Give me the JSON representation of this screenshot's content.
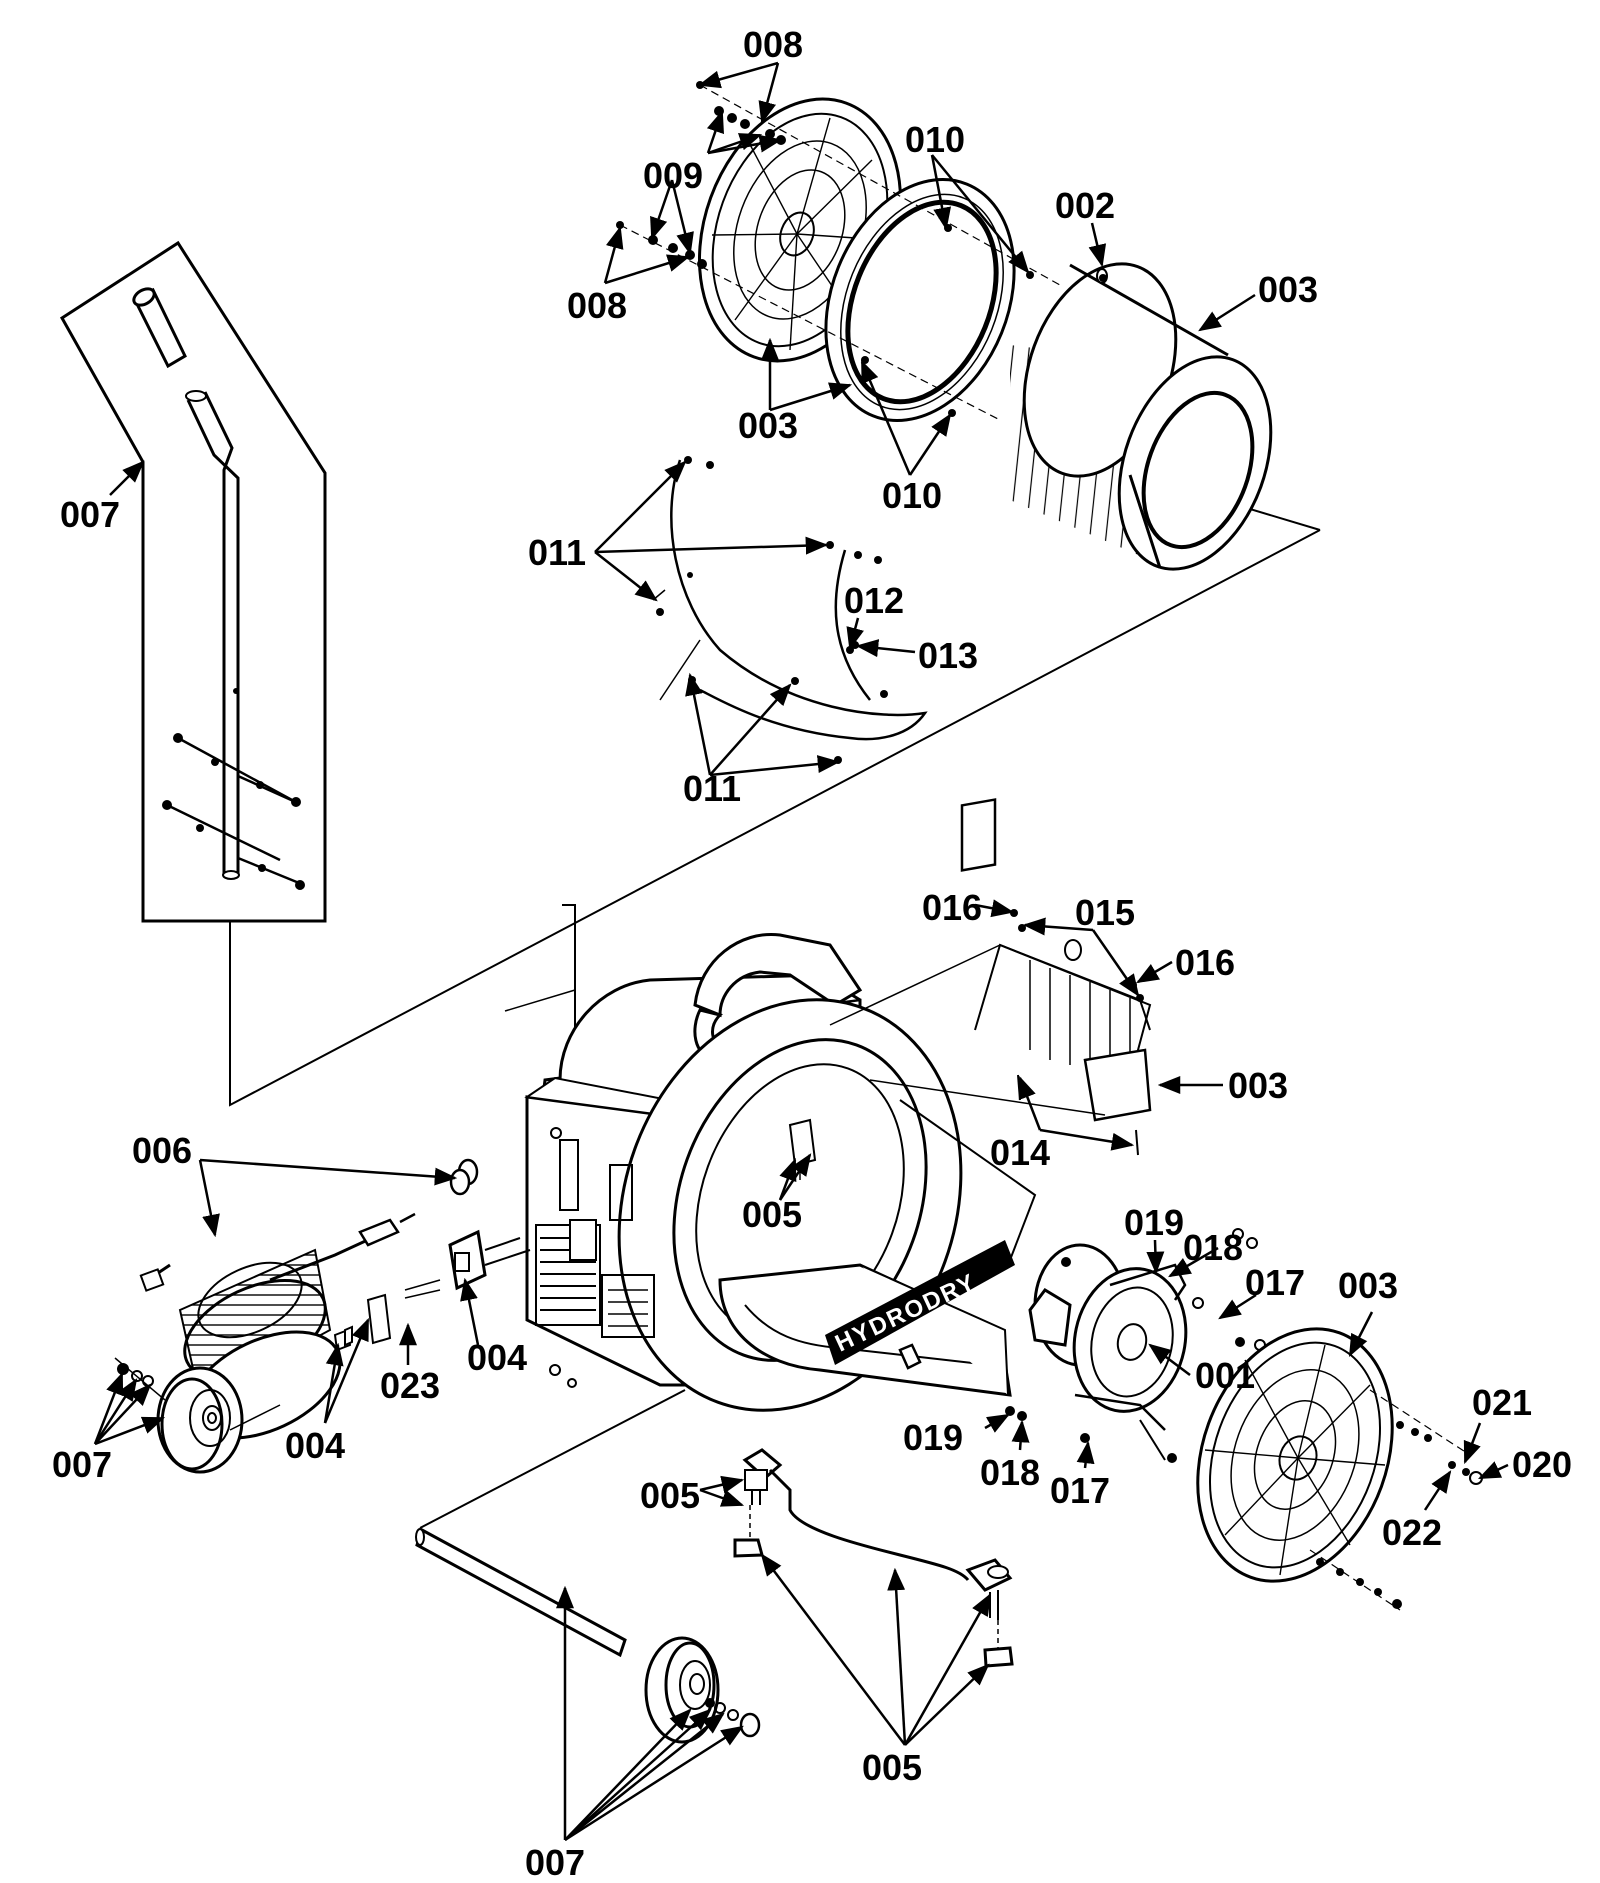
{
  "brand_mark": "HYDRODRY",
  "part_labels": {
    "l001": "001",
    "l002": "002",
    "l003a": "003",
    "l003b": "003",
    "l003c": "003",
    "l003d": "003",
    "l004a": "004",
    "l004b": "004",
    "l005a": "005",
    "l005b": "005",
    "l005c": "005",
    "l006": "006",
    "l007a": "007",
    "l007b": "007",
    "l007c": "007",
    "l008a": "008",
    "l008b": "008",
    "l009": "009",
    "l010a": "010",
    "l010b": "010",
    "l011a": "011",
    "l011b": "011",
    "l012": "012",
    "l013": "013",
    "l014": "014",
    "l015": "015",
    "l016a": "016",
    "l016b": "016",
    "l017a": "017",
    "l017b": "017",
    "l018a": "018",
    "l018b": "018",
    "l019a": "019",
    "l019b": "019",
    "l020": "020",
    "l021": "021",
    "l022": "022",
    "l023": "023"
  },
  "colors": {
    "ink": "#000000",
    "paper": "#ffffff"
  }
}
